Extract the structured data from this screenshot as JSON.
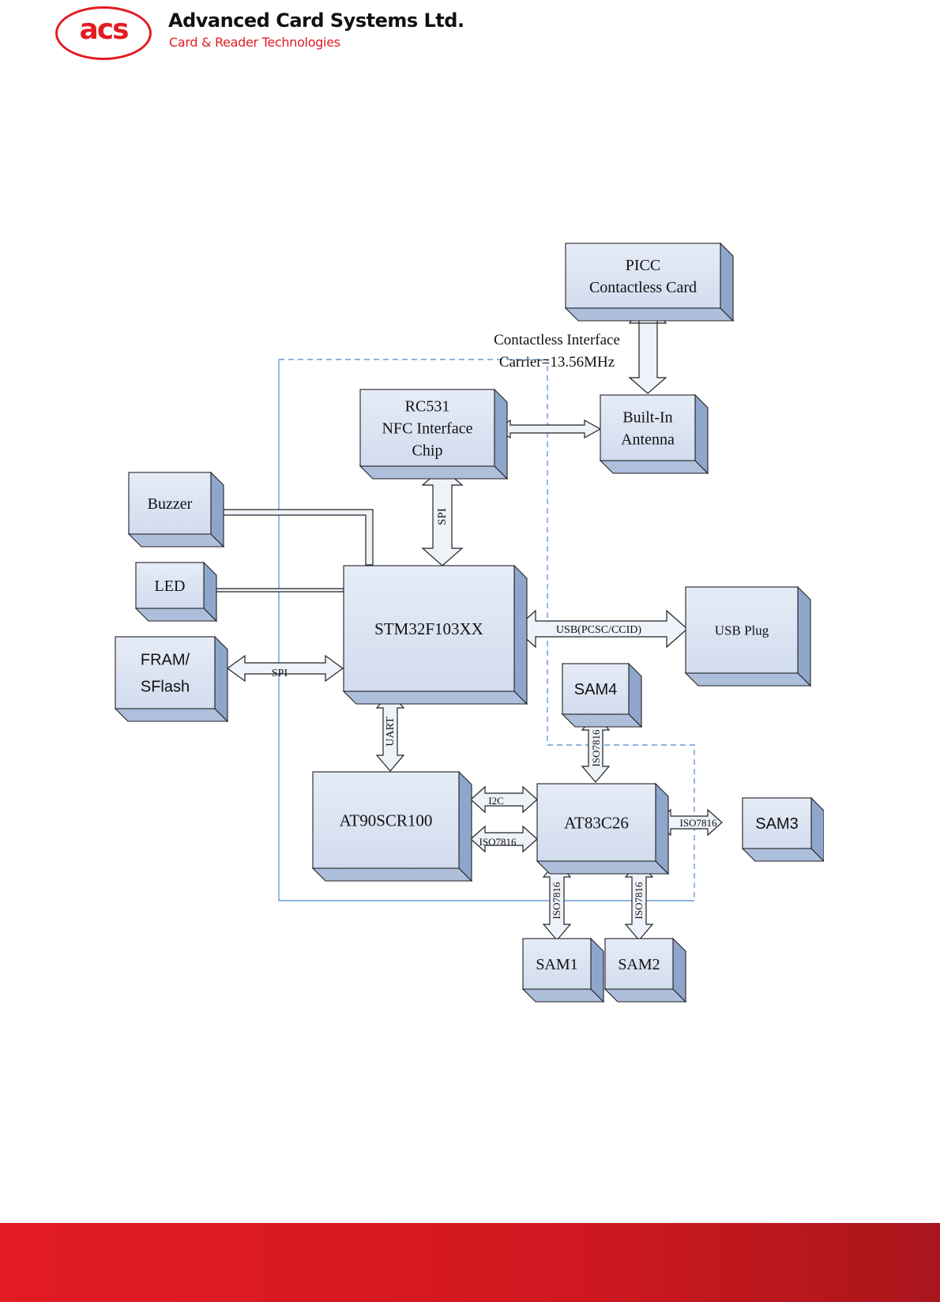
{
  "header": {
    "logo_text": "acs",
    "company_name": "Advanced Card Systems Ltd.",
    "tagline": "Card & Reader Technologies"
  },
  "diagram": {
    "blocks": {
      "picc": [
        "PICC",
        "Contactless Card"
      ],
      "rc531": [
        "RC531",
        "NFC Interface",
        "Chip"
      ],
      "antenna": [
        "Built-In",
        "Antenna"
      ],
      "buzzer": "Buzzer",
      "led": "LED",
      "stm32": "STM32F103XX",
      "usb_plug": "USB Plug",
      "fram": [
        "FRAM/",
        "SFlash"
      ],
      "sam4": "SAM4",
      "at90": "AT90SCR100",
      "at83": "AT83C26",
      "sam3": "SAM3",
      "sam1": "SAM1",
      "sam2": "SAM2"
    },
    "annotations": {
      "contactless_interface": [
        "Contactless Interface",
        "Carrier=13.56MHz"
      ]
    },
    "bus_labels": {
      "rc531_stm32": "SPI",
      "fram_stm32": "SPI",
      "stm32_usb": "USB(PCSC/CCID)",
      "stm32_at90": "UART",
      "at90_at83_top": "I2C",
      "at90_at83_bottom": "ISO7816",
      "sam4_at83": "ISO7816",
      "at83_sam3": "ISO7816",
      "at83_sam1": "ISO7816",
      "at83_sam2": "ISO7816"
    }
  }
}
